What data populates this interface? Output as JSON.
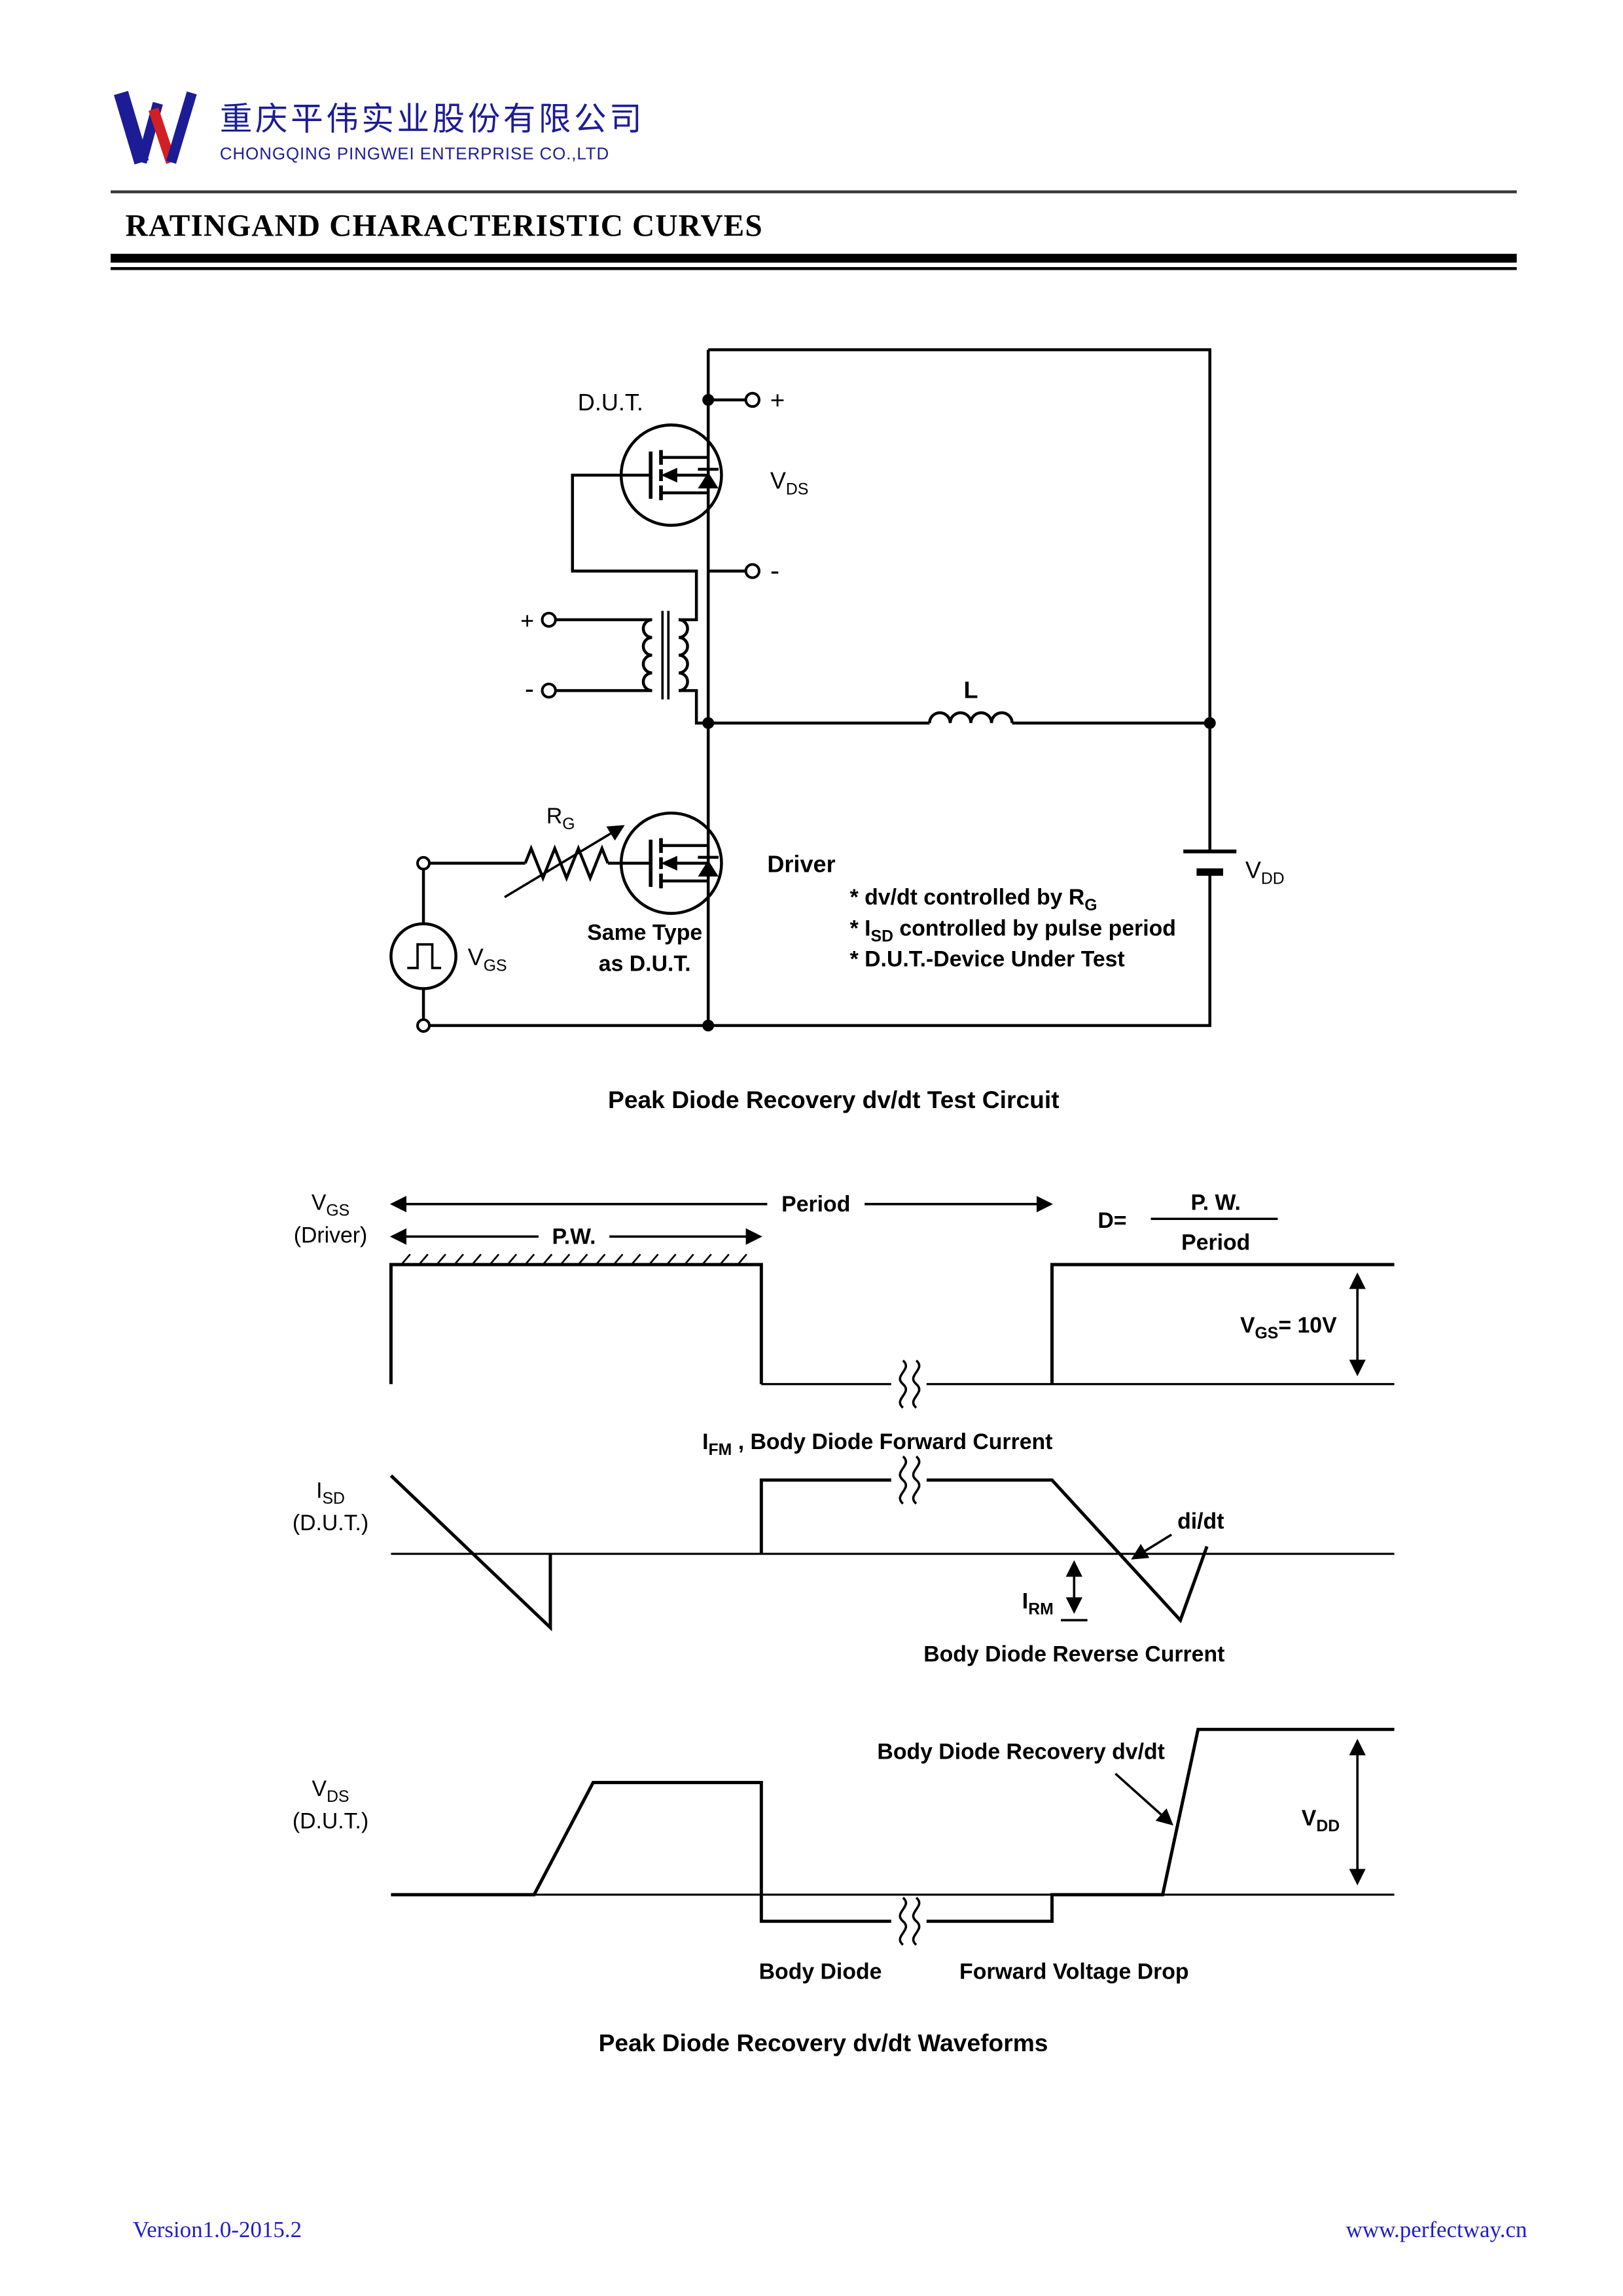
{
  "colors": {
    "brand_navy": "#1c1c96",
    "logo_red": "#d21f26",
    "link_blue": "#2020c0",
    "ink": "#000000"
  },
  "header": {
    "company_cn": "重庆平伟实业股份有限公司",
    "company_en": "CHONGQING PINGWEI ENTERPRISE CO.,LTD"
  },
  "title": "RATINGAND CHARACTERISTIC CURVES",
  "circuit": {
    "caption": "Peak Diode Recovery dv/dt Test Circuit",
    "dut": "D.U.T.",
    "term_plus": "+",
    "term_minus": "-",
    "vds": {
      "b": "V",
      "s": "DS"
    },
    "xfmr_plus": "+",
    "xfmr_minus": "-",
    "rg": {
      "b": "R",
      "s": "G"
    },
    "driver": "Driver",
    "same_type1": "Same Type",
    "same_type2": "as D.U.T.",
    "vgs": {
      "b": "V",
      "s": "GS"
    },
    "l": "L",
    "vdd": {
      "b": "V",
      "s": "DD"
    },
    "note1": {
      "pre": "* dv/dt controlled by R",
      "sub": "G"
    },
    "note2": {
      "pre": "* I",
      "sub": "SD",
      "post": " controlled by pulse period"
    },
    "note3": "* D.U.T.-Device Under Test"
  },
  "waveforms": {
    "caption": "Peak Diode Recovery dv/dt Waveforms",
    "axis_vgs": {
      "b": "V",
      "s": "GS"
    },
    "axis_vgs2": "(Driver)",
    "period": "Period",
    "pw": "P.W.",
    "d_eq": "D=",
    "frac_num": "P. W.",
    "frac_den": "Period",
    "vgs10": {
      "b": "V",
      "s": "GS",
      "post": "= 10V"
    },
    "ifm": {
      "b": "I",
      "s": "FM",
      "post": " , Body Diode Forward Current"
    },
    "axis_isd": {
      "b": "I",
      "s": "SD"
    },
    "axis_isd2": "(D.U.T.)",
    "didt": "di/dt",
    "irm": {
      "b": "I",
      "s": "RM"
    },
    "reverse_current": "Body Diode Reverse Current",
    "recovery": "Body Diode Recovery dv/dt",
    "axis_vds": {
      "b": "V",
      "s": "DS"
    },
    "axis_vds2": "(D.U.T.)",
    "vdd": {
      "b": "V",
      "s": "DD"
    },
    "body_diode": "Body Diode",
    "fwd_drop": "Forward Voltage Drop"
  },
  "footer": {
    "version": "Version1.0-2015.2",
    "website": "www.perfectway.cn"
  }
}
